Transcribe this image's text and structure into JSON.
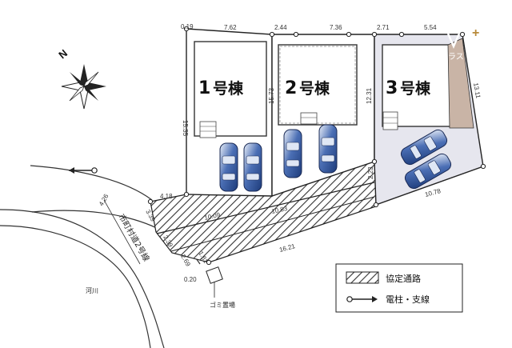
{
  "compass": {
    "north_label": "N"
  },
  "houses": [
    {
      "number": "1",
      "suffix": "号棟"
    },
    {
      "number": "2",
      "suffix": "号棟"
    },
    {
      "number": "3",
      "suffix": "号棟"
    }
  ],
  "dimensions": {
    "top_1": "0.19",
    "top_2": "7.62",
    "top_3": "2.44",
    "top_4": "7.36",
    "top_5": "2.71",
    "top_6": "5.54",
    "left_side": "15.35",
    "lot2_side": "15.73",
    "lot3_side": "12.31",
    "right_side": "13.11",
    "corner_front": "2.23",
    "front_right": "10.78",
    "front_left": "4.18",
    "road_1": "10.09",
    "road_2": "10.83",
    "road_3": "16.21",
    "road_left_1": "3.39",
    "road_left_2": "2.39",
    "road_left_3": "2.69",
    "road_left_4": "1.81",
    "bottom_small": "0.20",
    "road_width": "4.26"
  },
  "labels": {
    "road_name": "市町村道2号線",
    "river": "河川",
    "garbage": "ゴミ置場"
  },
  "legend": {
    "private_road": "協定通路",
    "utility_pole": "電柱・支線"
  },
  "watermark": {
    "text": "ラス",
    "plus": "+"
  }
}
